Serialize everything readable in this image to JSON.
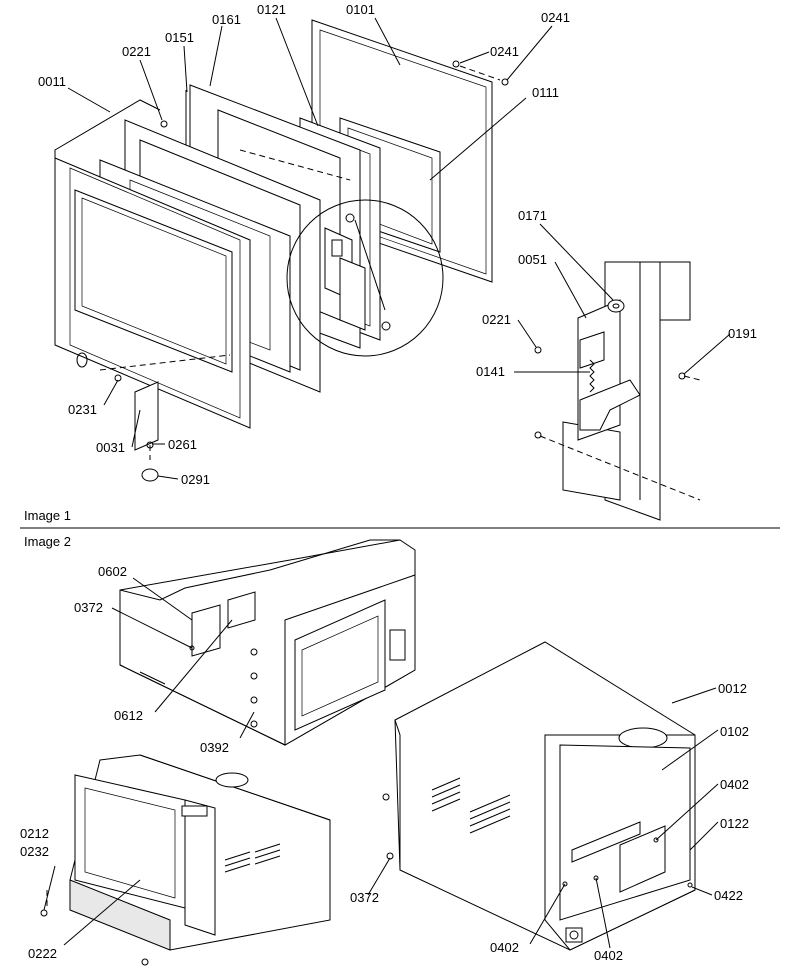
{
  "sections": {
    "image1_title": "Image 1",
    "image2_title": "Image 2"
  },
  "labels": {
    "p0101": "0101",
    "p0121": "0121",
    "p0161": "0161",
    "p0151": "0151",
    "p0221a": "0221",
    "p0011": "0011",
    "p0241a": "0241",
    "p0241b": "0241",
    "p0111": "0111",
    "p0171": "0171",
    "p0051": "0051",
    "p0221b": "0221",
    "p0191": "0191",
    "p0141": "0141",
    "p0231": "0231",
    "p0031": "0031",
    "p0261": "0261",
    "p0291": "0291",
    "p0602": "0602",
    "p0372a": "0372",
    "p0612": "0612",
    "p0392": "0392",
    "p0012": "0012",
    "p0102": "0102",
    "p0402a": "0402",
    "p0122": "0122",
    "p0422": "0422",
    "p0402b": "0402",
    "p0402c": "0402",
    "p0372b": "0372",
    "p0212": "0212",
    "p0232": "0232",
    "p0222": "0222"
  },
  "colors": {
    "line": "#000000",
    "background": "#ffffff"
  }
}
